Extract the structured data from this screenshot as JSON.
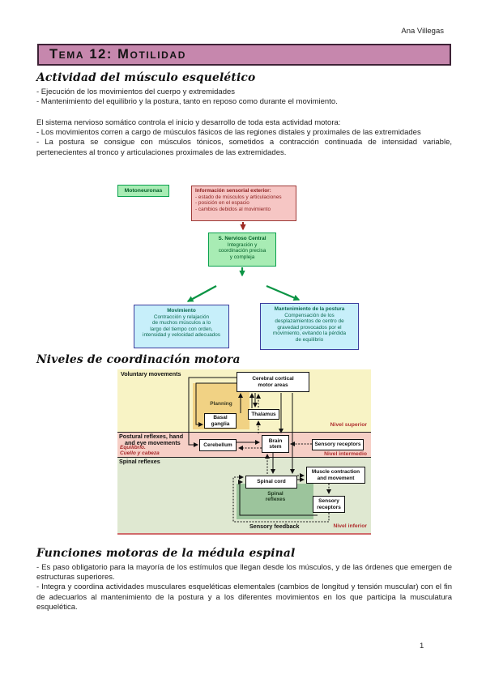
{
  "page": {
    "author": "Ana Villegas",
    "page_number": "1"
  },
  "banner": {
    "title": "Tema 12: Motilidad",
    "bg_color": "#C687AD",
    "border_color": "#3E2236"
  },
  "sections": {
    "actividad": {
      "heading": "Actividad del músculo esquelético",
      "bullets": [
        "- Ejecución de los movimientos del cuerpo y extremidades",
        "- Mantenimiento del equilibrio y la postura, tanto en reposo como durante el movimiento."
      ],
      "intro": "El sistema nervioso somático controla el inicio y desarrollo de toda esta actividad motora:",
      "bullets2": [
        "- Los movimientos corren a cargo de músculos fásicos de las regiones distales y proximales de las extremidades",
        "- La postura se consigue con músculos tónicos, sometidos a contracción continuada de intensidad variable, pertenecientes al tronco y articulaciones proximales de las extremidades."
      ]
    },
    "niveles": {
      "heading": "Niveles de coordinación motora"
    },
    "funciones": {
      "heading": "Funciones motoras de la médula espinal",
      "bullets": [
        "- Es paso obligatorio para la mayoría de los estímulos que llegan desde los músculos, y de las órdenes que emergen de estructuras superiores.",
        "- Integra y coordina actividades musculares esqueléticas elementales (cambios de longitud y tensión muscular) con el fin de adecuarlos al mantenimiento de la postura y a los diferentes movimientos en los que participa la musculatura esquelética."
      ]
    }
  },
  "flowchart": {
    "sensory": {
      "title": "Información sensorial exterior:",
      "lines": [
        "- estado de músculos y articulaciones",
        "- posición en el espacio",
        "- cambios debidos al movimiento"
      ]
    },
    "cns": {
      "title": "S. Nervioso Central",
      "lines": [
        "Integración y",
        "coordinación precisa",
        "y compleja"
      ]
    },
    "motoneurons": "Motoneuronas",
    "movement": {
      "title": "Movimiento",
      "lines": [
        "Contracción y relajación",
        "de muchos músculos a lo",
        "largo del tiempo con orden,",
        "intensidad y velocidad adecuados"
      ]
    },
    "posture": {
      "title": "Mantenimiento de la postura",
      "lines": [
        "Compensación de los",
        "desplazamientos de centro de",
        "gravedad provocados por el",
        "movimiento, evitando la pérdida",
        "de equilibrio"
      ]
    },
    "colors": {
      "sensory_bg": "#F6C6C4",
      "sensory_border": "#9E3A38",
      "green_bg": "#A8ECB4",
      "green_border": "#0AA14E",
      "cyan_bg": "#C7EFFA",
      "cyan_border": "#3C3C9E",
      "arrow_red": "#9E2B25",
      "arrow_green": "#0B9444"
    }
  },
  "diagram": {
    "band1_label": "Voluntary movements",
    "band2_label1": "Postural reflexes, hand",
    "band2_label2": "and eye movements",
    "band2_note1": "Equilibrio.",
    "band2_note2": "Cuello y cabeza",
    "band3_label": "Spinal reflexes",
    "cortex1": "Cerebral cortical",
    "cortex2": "motor areas",
    "planning": "Planning",
    "basal1": "Basal",
    "basal2": "ganglia",
    "thalamus": "Thalamus",
    "cerebellum": "Cerebellum",
    "brainstem1": "Brain",
    "brainstem2": "stem",
    "sensory_receptors_mid": "Sensory receptors",
    "spinal_cord": "Spinal cord",
    "spinal_reflexes1": "Spinal",
    "spinal_reflexes2": "reflexes",
    "muscle1": "Muscle contraction",
    "muscle2": "and movement",
    "sensory_low1": "Sensory",
    "sensory_low2": "receptors",
    "feedback": "Sensory feedback",
    "level_superior": "Nivel superior",
    "level_intermedio": "Nivel intermedio",
    "level_inferior": "Nivel inferior",
    "colors": {
      "band1": "#F8F3C5",
      "band2": "#F6CFC6",
      "band3": "#DFE8D1",
      "planning_bg": "#F1D284",
      "inner_green": "#9CC49C",
      "level_text": "#B03030"
    }
  }
}
